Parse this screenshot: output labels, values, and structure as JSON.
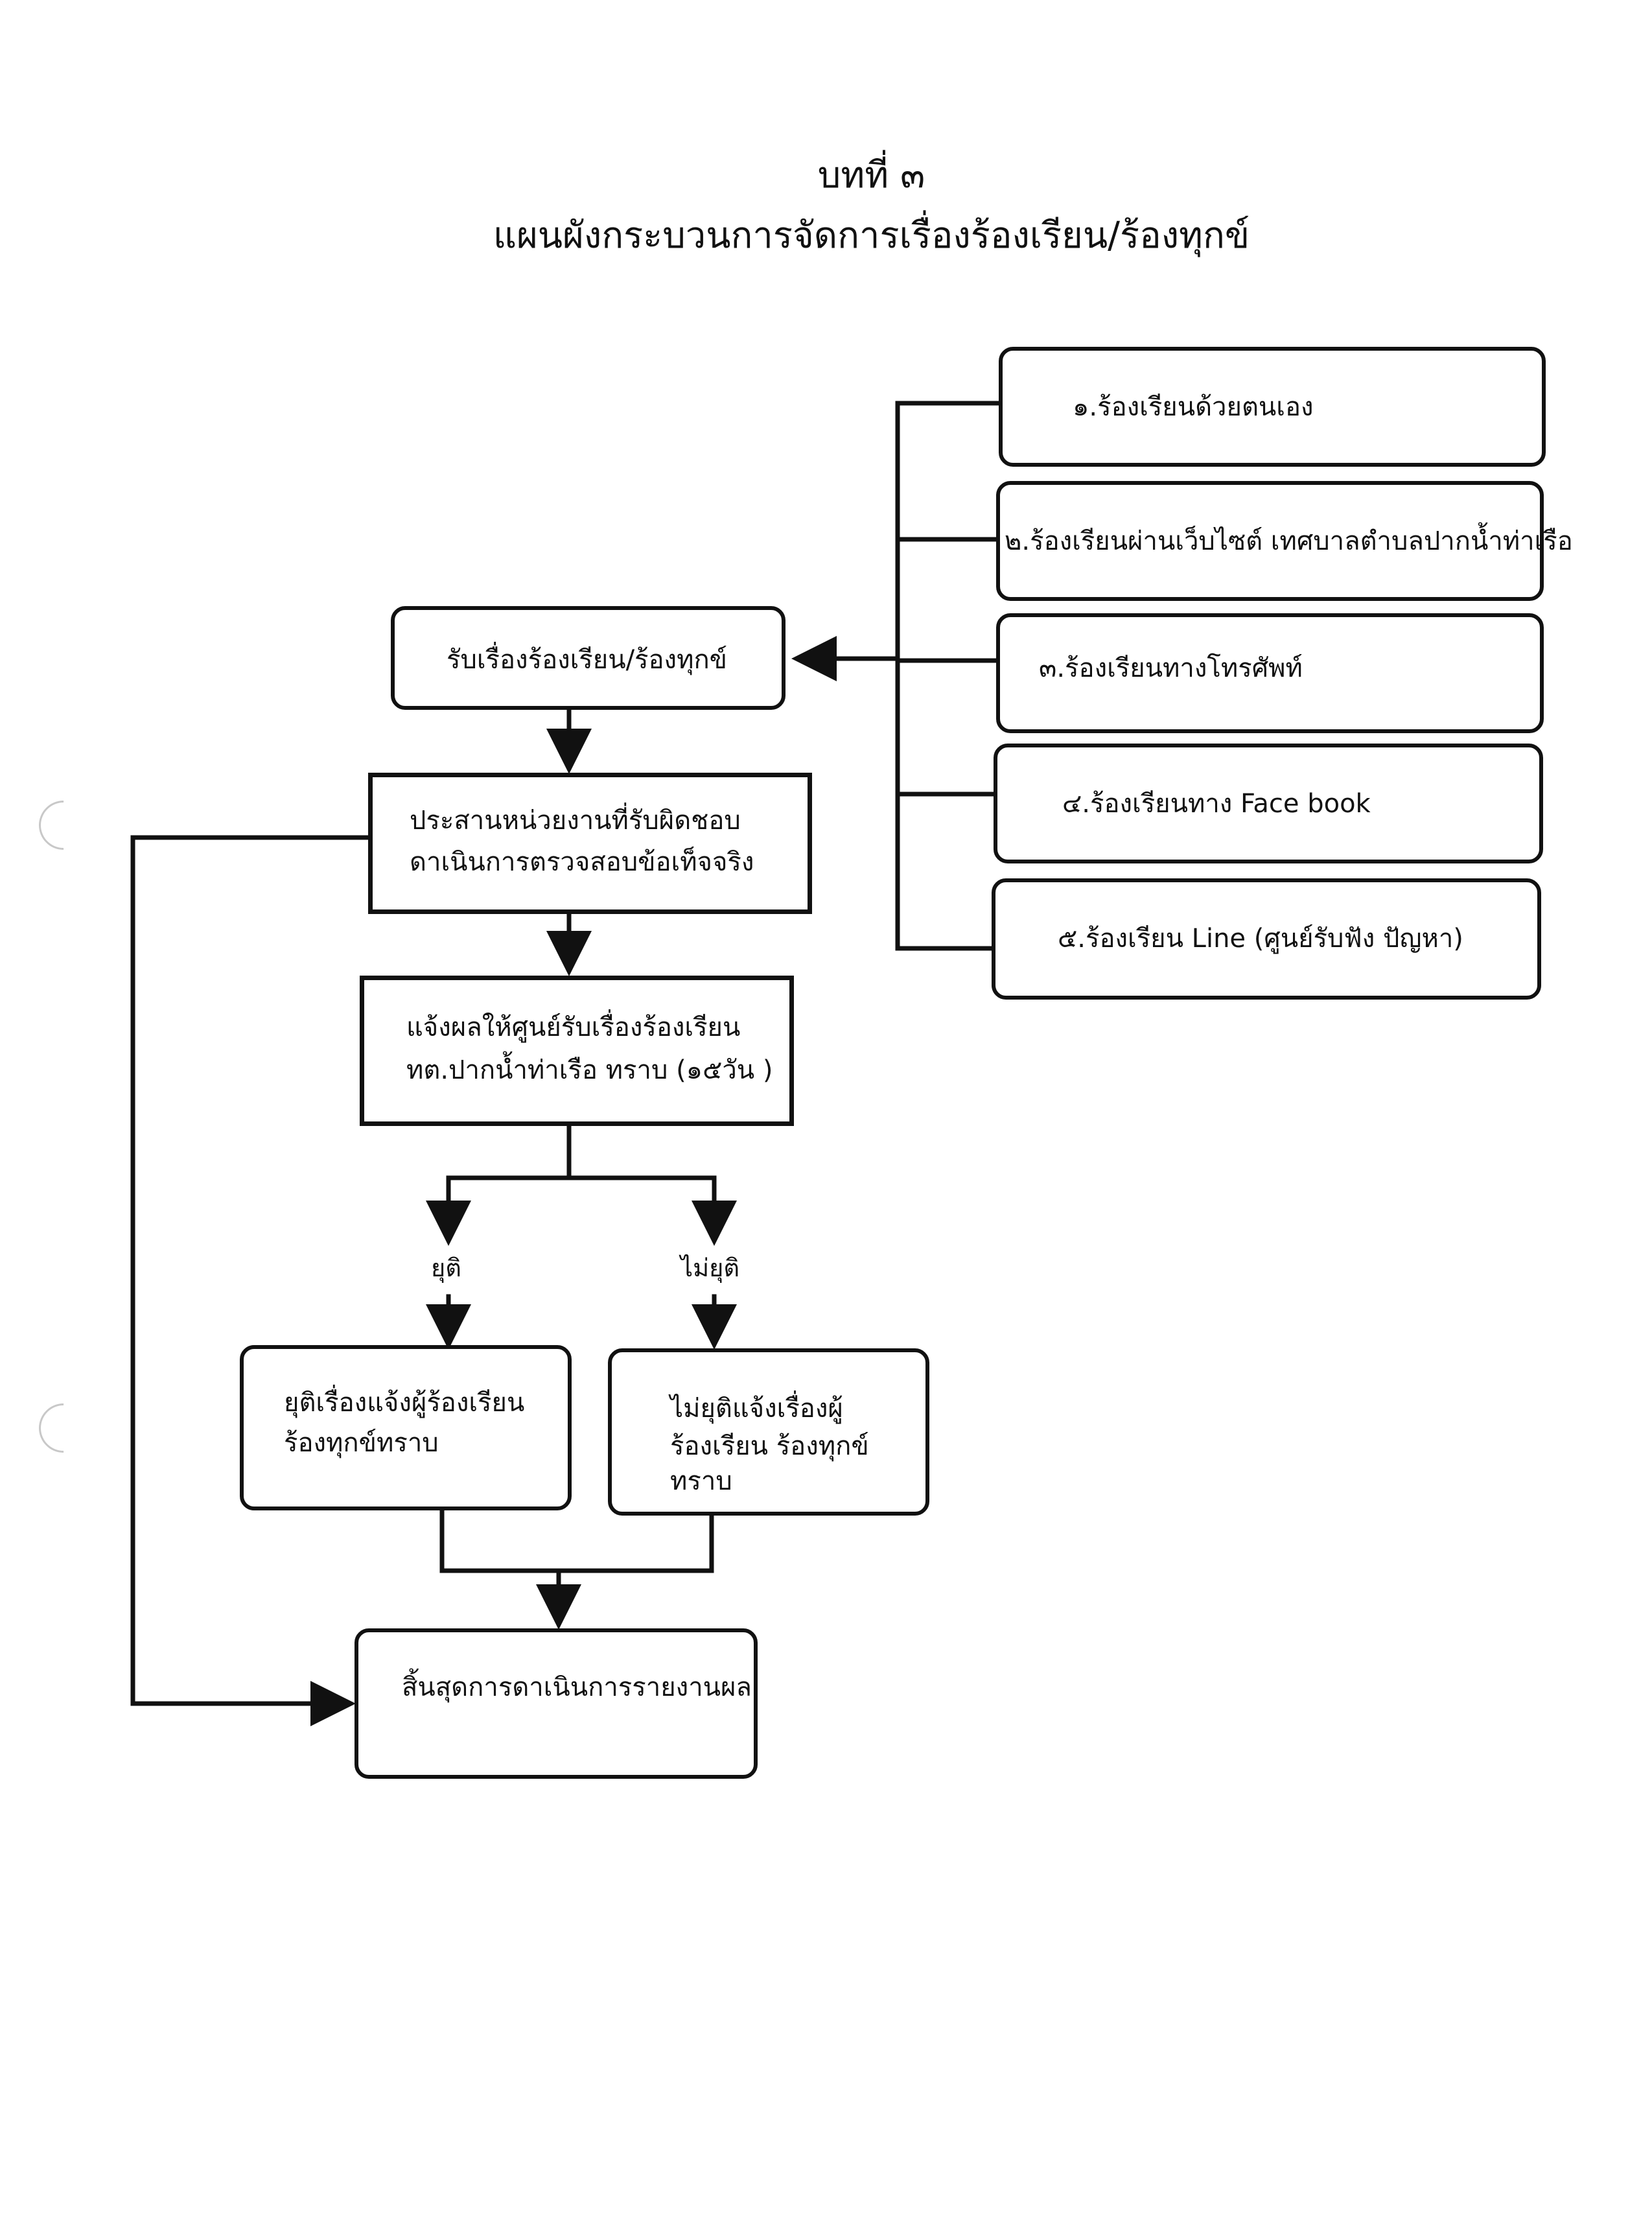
{
  "header": {
    "chapter": "บทที่ ๓",
    "title": "แผนผังกระบวนการจัดการเรื่องร้องเรียน/ร้องทุกข์"
  },
  "channels": [
    {
      "label": "๑.ร้องเรียนด้วยตนเอง"
    },
    {
      "label": "๒.ร้องเรียนผ่านเว็บไซต์ เทศบาลตำบลปากน้ำท่าเรือ"
    },
    {
      "label": "๓.ร้องเรียนทางโทรศัพท์"
    },
    {
      "label": "๔.ร้องเรียนทาง Face book"
    },
    {
      "label": "๕.ร้องเรียน Line (ศูนย์รับฟัง ปัญหา)"
    }
  ],
  "steps": {
    "receive": "รับเรื่องร้องเรียน/ร้องทุกข์",
    "coordinate_1": "ประสานหน่วยงานที่รับผิดชอบ",
    "coordinate_2": "ดาเนินการตรวจสอบข้อเท็จจริง",
    "notify_1": "แจ้งผลให้ศูนย์รับเรื่องร้องเรียน",
    "notify_2": "ทต.ปากน้ำท่าเรือ ทราบ (๑๕วัน )",
    "resolved_1": "ยุติเรื่องแจ้งผู้ร้องเรียน",
    "resolved_2": "ร้องทุกข์ทราบ",
    "unresolved_1": "ไม่ยุติแจ้งเรื่องผู้",
    "unresolved_2": "ร้องเรียน ร้องทุกข์",
    "unresolved_3": "ทราบ",
    "end": "สิ้นสุดการดาเนินการรายงานผล"
  },
  "edges": {
    "resolved": "ยุติ",
    "unresolved": "ไม่ยุติ"
  }
}
